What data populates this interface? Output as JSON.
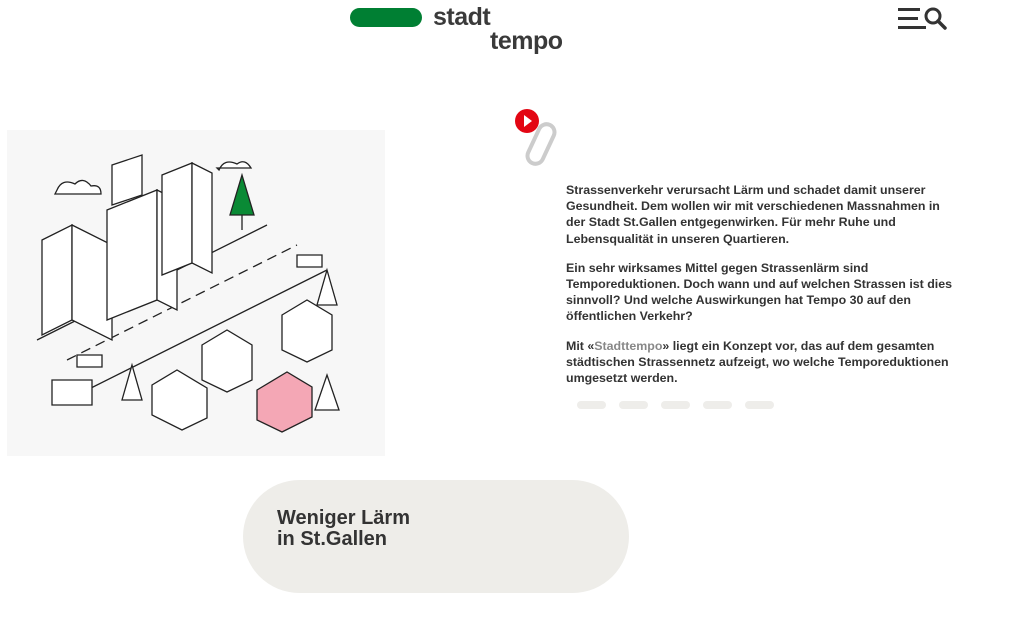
{
  "header": {
    "logo_line1": "stadt",
    "logo_line2": "tempo",
    "brand_color": "#007f33"
  },
  "intro": {
    "paragraph1": "Strassenverkehr verursacht Lärm und schadet damit unserer Gesundheit. Dem wollen wir mit verschiedenen Massnahmen in der Stadt St.Gallen entgegenwirken. Für mehr Ruhe und Lebensqualität in unseren Quartieren.",
    "paragraph2": "Ein sehr wirksames Mittel gegen Strassenlärm sind Temporeduktionen. Doch wann und auf welchen Strassen ist dies sinnvoll? Und welche Auswirkungen hat Tempo 30 auf den öffentlichen Verkehr?",
    "paragraph3_before": "Mit «",
    "paragraph3_link": "Stadttempo",
    "paragraph3_after": "» liegt ein Konzept vor, das auf dem gesamten städtischen Strassennetz aufzeigt, wo welche Temporeduktionen umgesetzt werden.",
    "accent_color": "#e30613"
  },
  "pagination": {
    "count": 5
  },
  "card": {
    "title_line1": "Weniger Lärm",
    "title_line2": "in St.Gallen"
  }
}
